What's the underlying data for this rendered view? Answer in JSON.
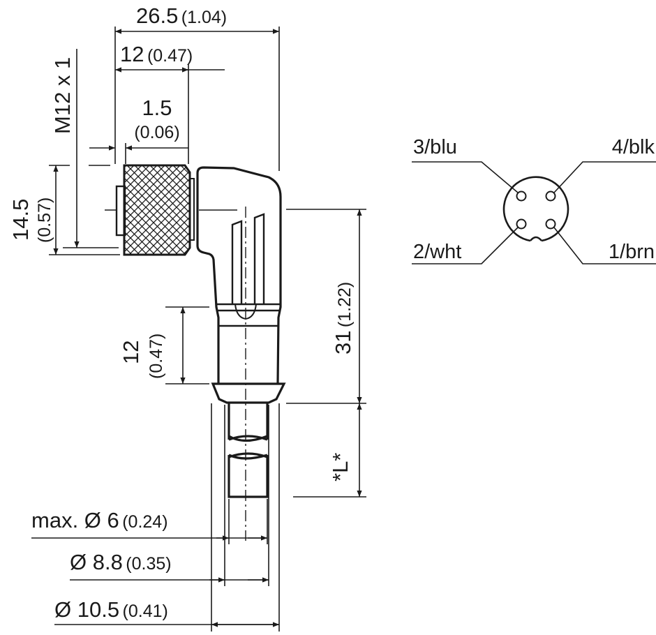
{
  "drawing": {
    "dim_overall_width": {
      "mm": "26.5",
      "inch": "(1.04)"
    },
    "dim_nut_width": {
      "mm": "12",
      "inch": "(0.47)"
    },
    "dim_offset": {
      "mm": "1.5",
      "inch": "(0.06)"
    },
    "thread": "M12 x 1",
    "dim_nut_height": {
      "mm": "14.5",
      "inch": "(0.57)"
    },
    "dim_neck_length": {
      "mm": "12",
      "inch": "(0.47)"
    },
    "dim_body_height": {
      "mm": "31",
      "inch": "(1.22)"
    },
    "dim_cable_length": "*L*",
    "dim_cable_dia": {
      "mm": "max. Ø 6",
      "inch": "(0.24)"
    },
    "dim_collar_dia": {
      "mm": "Ø 8.8",
      "inch": "(0.35)"
    },
    "dim_body_dia": {
      "mm": "Ø 10.5",
      "inch": "(0.41)"
    }
  },
  "pinout": {
    "pin3": "3/blu",
    "pin4": "4/blk",
    "pin2": "2/wht",
    "pin1": "1/brn"
  }
}
